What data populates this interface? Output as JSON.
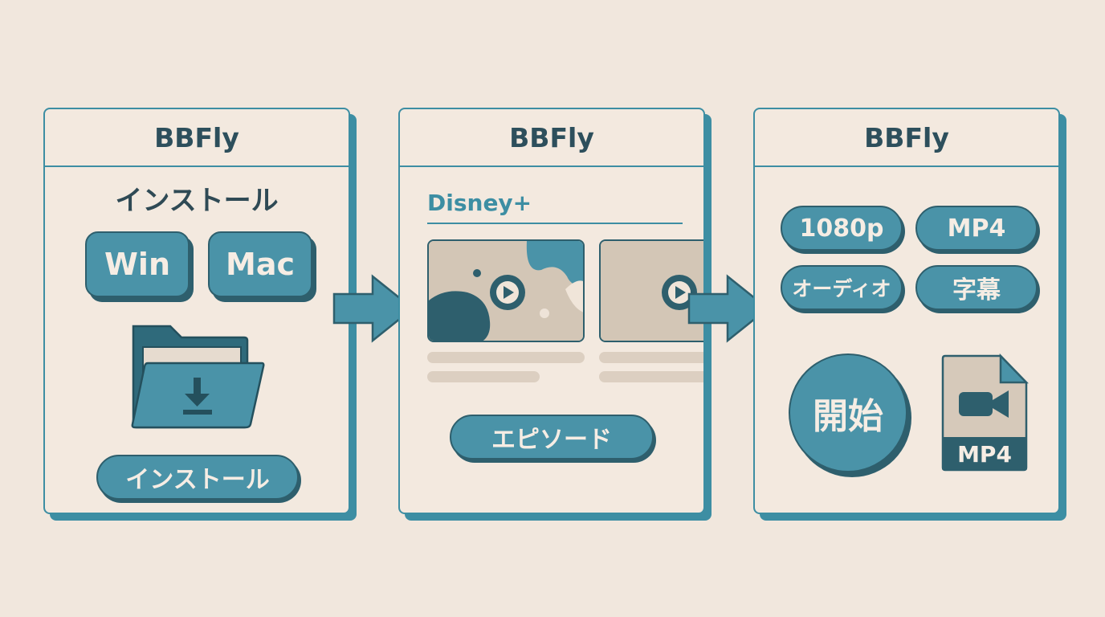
{
  "panels": [
    {
      "title": "BBFly",
      "heading": "インストール",
      "os_buttons": [
        "Win",
        "Mac"
      ],
      "folder_icon": "folder-download-icon",
      "action_button": "インストール"
    },
    {
      "title": "BBFly",
      "service_label": "Disney+",
      "thumbnail_icon": "play-icon",
      "action_button": "エピソード"
    },
    {
      "title": "BBFly",
      "options": [
        "1080p",
        "MP4",
        "オーディオ",
        "字幕"
      ],
      "start_button": "開始",
      "file_badge": "MP4",
      "file_icon": "video-file-icon"
    }
  ],
  "colors": {
    "background": "#f1e7dd",
    "accent": "#4a93a8",
    "accent_dark": "#2e5f6d",
    "panel_border": "#3d8ea3"
  }
}
